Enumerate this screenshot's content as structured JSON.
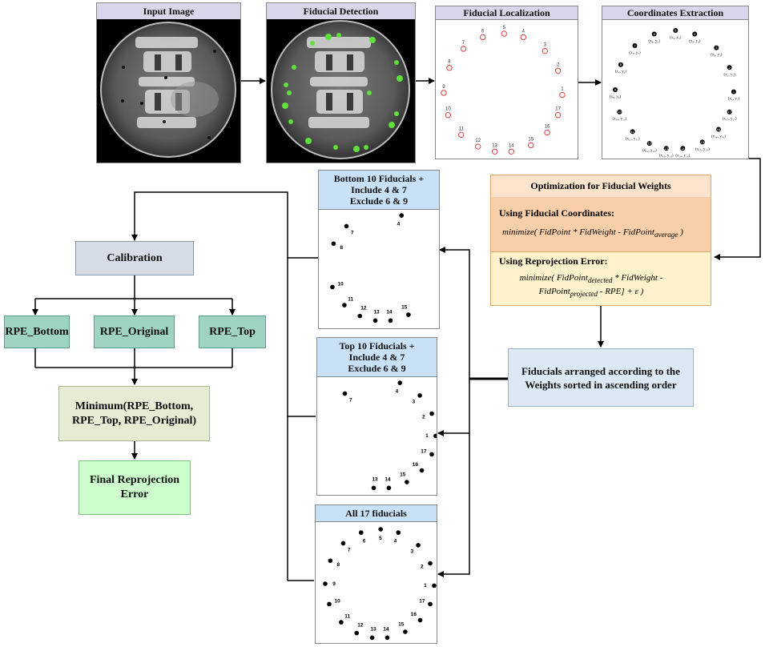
{
  "panels": {
    "input": {
      "title": "Input Image"
    },
    "detection": {
      "title": "Fiducial Detection"
    },
    "localization": {
      "title": "Fiducial Localization",
      "labels": [
        "1",
        "2",
        "3",
        "4",
        "5",
        "6",
        "7",
        "8",
        "9",
        "10",
        "11",
        "12",
        "13",
        "14",
        "15",
        "16",
        "17"
      ]
    },
    "extraction": {
      "title": "Coordinates Extraction",
      "points": [
        {
          "n": "1",
          "c": "(x₁, y₁)"
        },
        {
          "n": "2",
          "c": "(x₂, y₂)"
        },
        {
          "n": "3",
          "c": "(x₃, y₃)"
        },
        {
          "n": "4",
          "c": "(x₄, y₄)"
        },
        {
          "n": "5",
          "c": "(x₅, y₅)"
        },
        {
          "n": "6",
          "c": "(x₆, y₆)"
        },
        {
          "n": "7",
          "c": "(x₇, y₇)"
        },
        {
          "n": "8",
          "c": "(x₈, y₈)"
        },
        {
          "n": "9",
          "c": "(x₉, y₉)"
        },
        {
          "n": "10",
          "c": "(x₁₀, y₁₀)"
        },
        {
          "n": "11",
          "c": "(x₁₁, y₁₁)"
        },
        {
          "n": "12",
          "c": "(x₁₂, y₁₂)"
        },
        {
          "n": "13",
          "c": "(x₁₃, y₁₃)"
        },
        {
          "n": "14",
          "c": "(x₁₄, y₁₄)"
        },
        {
          "n": "15",
          "c": "(x₁₅, y₁₅)"
        },
        {
          "n": "16",
          "c": "(x₁₆, y₁₆)"
        },
        {
          "n": "17",
          "c": "(x₁₇, y₁₇)"
        }
      ]
    },
    "bottom10": {
      "title_line1": "Bottom 10 Fiducials +",
      "title_line2": "Include 4 & 7",
      "title_line3": "Exclude 6 & 9",
      "labels": [
        "4",
        "7",
        "8",
        "10",
        "11",
        "12",
        "13",
        "14",
        "15"
      ]
    },
    "top10": {
      "title_line1": "Top 10 Fiducials +",
      "title_line2": "Include 4 & 7",
      "title_line3": "Exclude 6 & 9",
      "labels": [
        "1",
        "2",
        "3",
        "4",
        "7",
        "13",
        "14",
        "15",
        "16",
        "17"
      ]
    },
    "all17": {
      "title": "All 17 fiducials",
      "labels": [
        "1",
        "2",
        "3",
        "4",
        "5",
        "6",
        "7",
        "8",
        "9",
        "10",
        "11",
        "12",
        "13",
        "14",
        "15",
        "16",
        "17"
      ]
    }
  },
  "optimization": {
    "title": "Optimization for Fiducial Weights",
    "section1_label": "Using Fiducial Coordinates:",
    "section1_eq_a": "minimize( FidPoint * FidWeight - FidPoint",
    "section1_eq_sub": "average",
    "section1_eq_b": ")",
    "section2_label": "Using Reprojection Error:",
    "section2_eq_a": "minimize( FidPoint",
    "section2_eq_sub1": "detected",
    "section2_eq_b": "* FidWeight -",
    "section2_eq_c": "FidPoint",
    "section2_eq_sub2": "projected",
    "section2_eq_d": "- RPE] + ε )"
  },
  "weights_box": {
    "line1": "Fiducials arranged according to the",
    "line2": "Weights sorted in ascending order"
  },
  "calibration": "Calibration",
  "rpe": {
    "bottom": "RPE_Bottom",
    "original": "RPE_Original",
    "top": "RPE_Top"
  },
  "minimum": {
    "line1": "Minimum(RPE_Bottom,",
    "line2": "RPE_Top, RPE_Original)"
  },
  "final": {
    "line1": "Final Reprojection",
    "line2": "Error"
  },
  "colors": {
    "detected_marker": "#5fe03a",
    "localized_marker": "#e04040",
    "title_lavender": "#d9d6ea",
    "title_blue": "#c9e1f7",
    "rpe_fill": "#9fd3c4",
    "final_fill": "#ccffcc",
    "opt_header": "#fce4cc",
    "opt_section1": "#f8cfa8",
    "opt_section2": "#fff2cc"
  }
}
